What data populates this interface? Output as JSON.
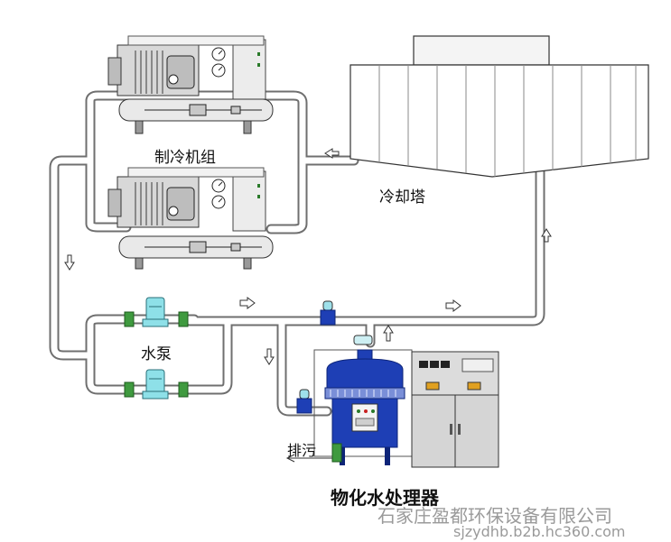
{
  "labels": {
    "chiller_unit": "制冷机组",
    "cooling_tower": "冷却塔",
    "water_pump": "水泵",
    "drain": "排污",
    "water_processor": "物化水处理器"
  },
  "watermark": {
    "company": "石家庄盈都环保设备有限公司",
    "url": "sjzydhb.b2b.hc360.com"
  },
  "colors": {
    "pipe_fill": "#ffffff",
    "pipe_stroke": "#6f6f6f",
    "line": "#333333",
    "processor_blue": "#1e3fb5",
    "processor_dark": "#0d2478",
    "pump_cyan": "#8ee0e8",
    "valve_green": "#3f9a3f",
    "cabinet_grey": "#d5d5d5"
  }
}
